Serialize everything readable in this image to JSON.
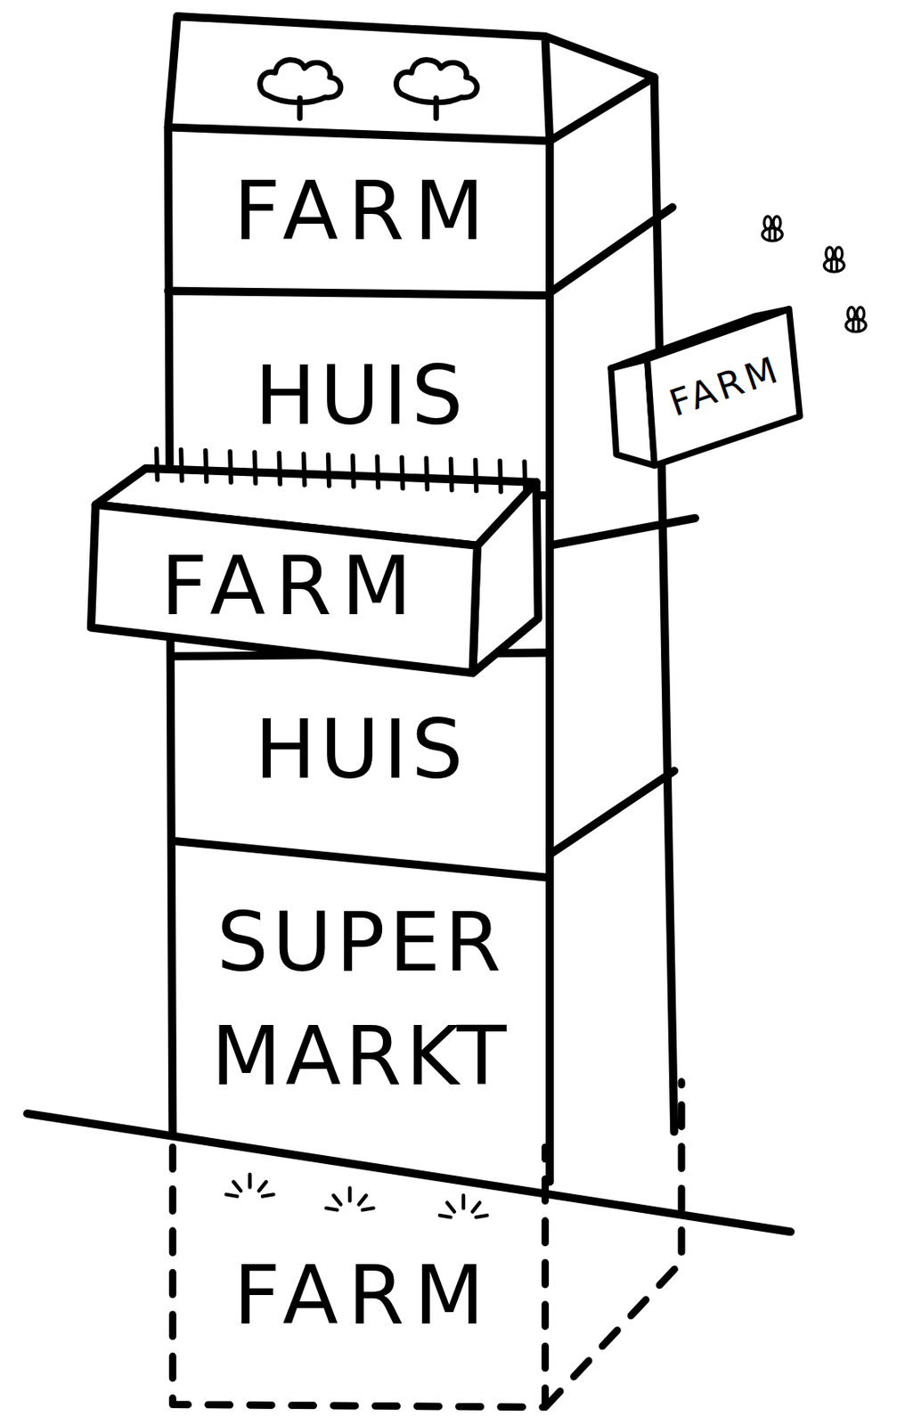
{
  "diagram": {
    "nodes": [
      {
        "text": [
          "FARM"
        ]
      },
      {
        "text": [
          "HUIS"
        ]
      },
      {
        "text": [
          "FARM"
        ]
      },
      {
        "text": [
          "FARM"
        ]
      },
      {
        "text": [
          "HUIS"
        ]
      },
      {
        "text": [
          "SUPER MARKT"
        ]
      },
      {
        "text": [
          "FARM"
        ]
      }
    ]
  }
}
